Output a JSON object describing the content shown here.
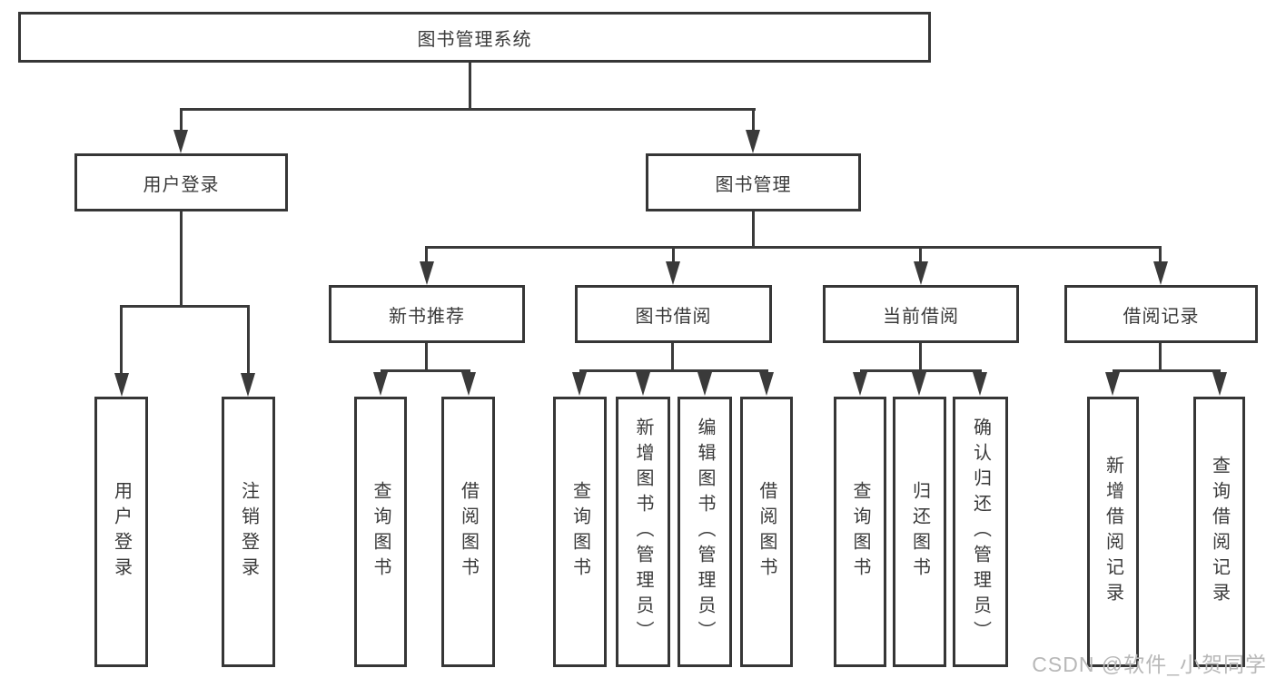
{
  "nodes": {
    "root": "图书管理系统",
    "user_login": "用户登录",
    "book_mgmt": "图书管理",
    "recommend": "新书推荐",
    "borrow": "图书借阅",
    "current": "当前借阅",
    "records": "借阅记录",
    "leaves": {
      "login": [
        "用户登录",
        "注销登录"
      ],
      "recommend": [
        "查询图书",
        "借阅图书"
      ],
      "borrow": [
        "查询图书",
        "新增图书（管理员）",
        "编辑图书（管理员）",
        "借阅图书"
      ],
      "current": [
        "查询图书",
        "归还图书",
        "确认归还（管理员）"
      ],
      "records": [
        "新增借阅记录",
        "查询借阅记录"
      ]
    }
  },
  "watermark": {
    "text": "CSDN @软件_小贺同学",
    "color": "#b8b8b8"
  },
  "colors": {
    "line": "#3a3a3a",
    "box_border": "#363636",
    "box_fill": "#ffffff",
    "text": "#3a3a3a"
  }
}
